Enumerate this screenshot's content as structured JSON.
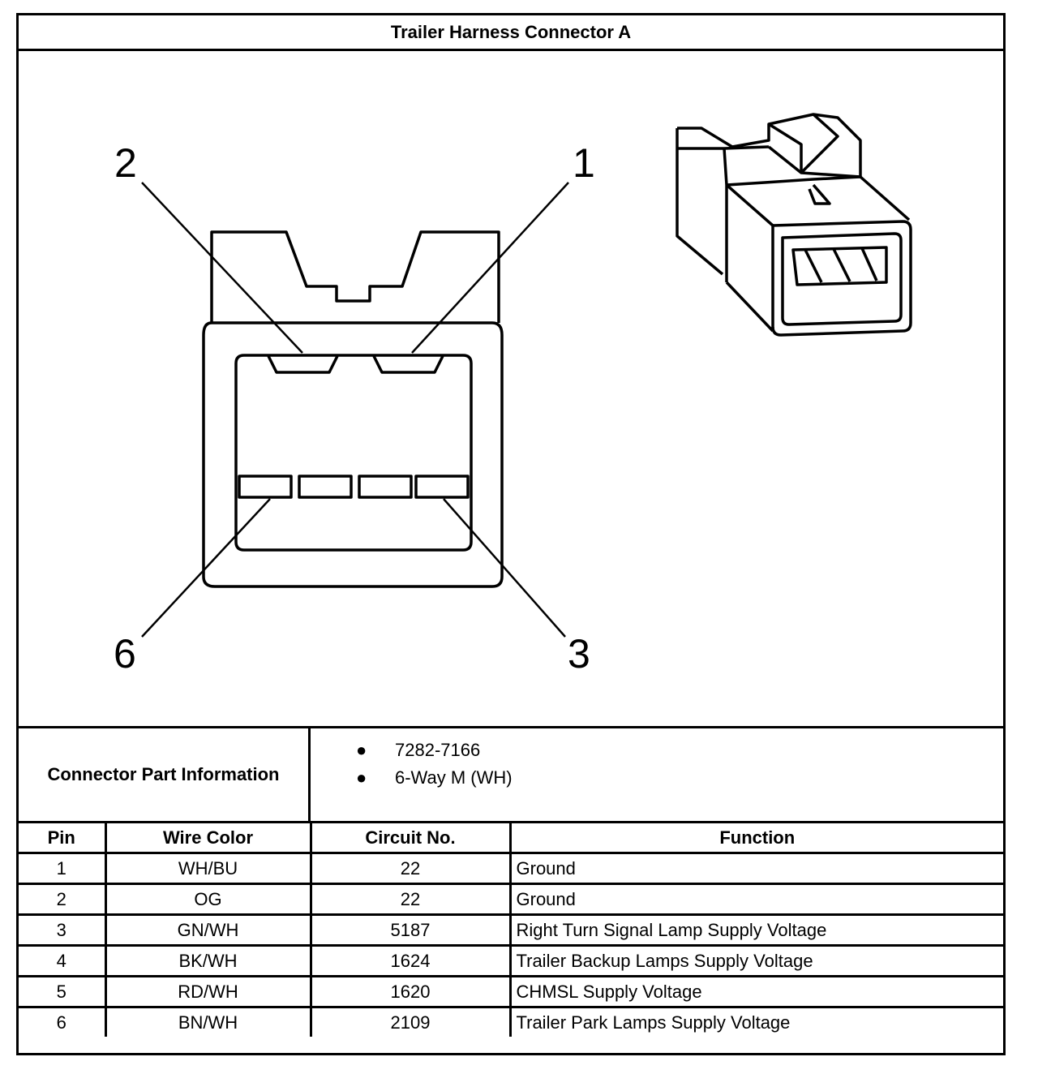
{
  "title": "Trailer Harness Connector A",
  "diagram": {
    "pin_callouts": [
      "2",
      "1",
      "6",
      "3"
    ]
  },
  "connector_info": {
    "label": "Connector Part Information",
    "items": [
      "7282-7166",
      "6-Way M (WH)"
    ]
  },
  "table": {
    "headers": [
      "Pin",
      "Wire Color",
      "Circuit No.",
      "Function"
    ],
    "rows": [
      {
        "pin": "1",
        "wire": "WH/BU",
        "circuit": "22",
        "function": "Ground"
      },
      {
        "pin": "2",
        "wire": "OG",
        "circuit": "22",
        "function": "Ground"
      },
      {
        "pin": "3",
        "wire": "GN/WH",
        "circuit": "5187",
        "function": "Right Turn Signal Lamp Supply Voltage"
      },
      {
        "pin": "4",
        "wire": "BK/WH",
        "circuit": "1624",
        "function": "Trailer Backup Lamps Supply Voltage"
      },
      {
        "pin": "5",
        "wire": "RD/WH",
        "circuit": "1620",
        "function": "CHMSL Supply Voltage"
      },
      {
        "pin": "6",
        "wire": "BN/WH",
        "circuit": "2109",
        "function": "Trailer Park Lamps Supply Voltage"
      }
    ]
  }
}
